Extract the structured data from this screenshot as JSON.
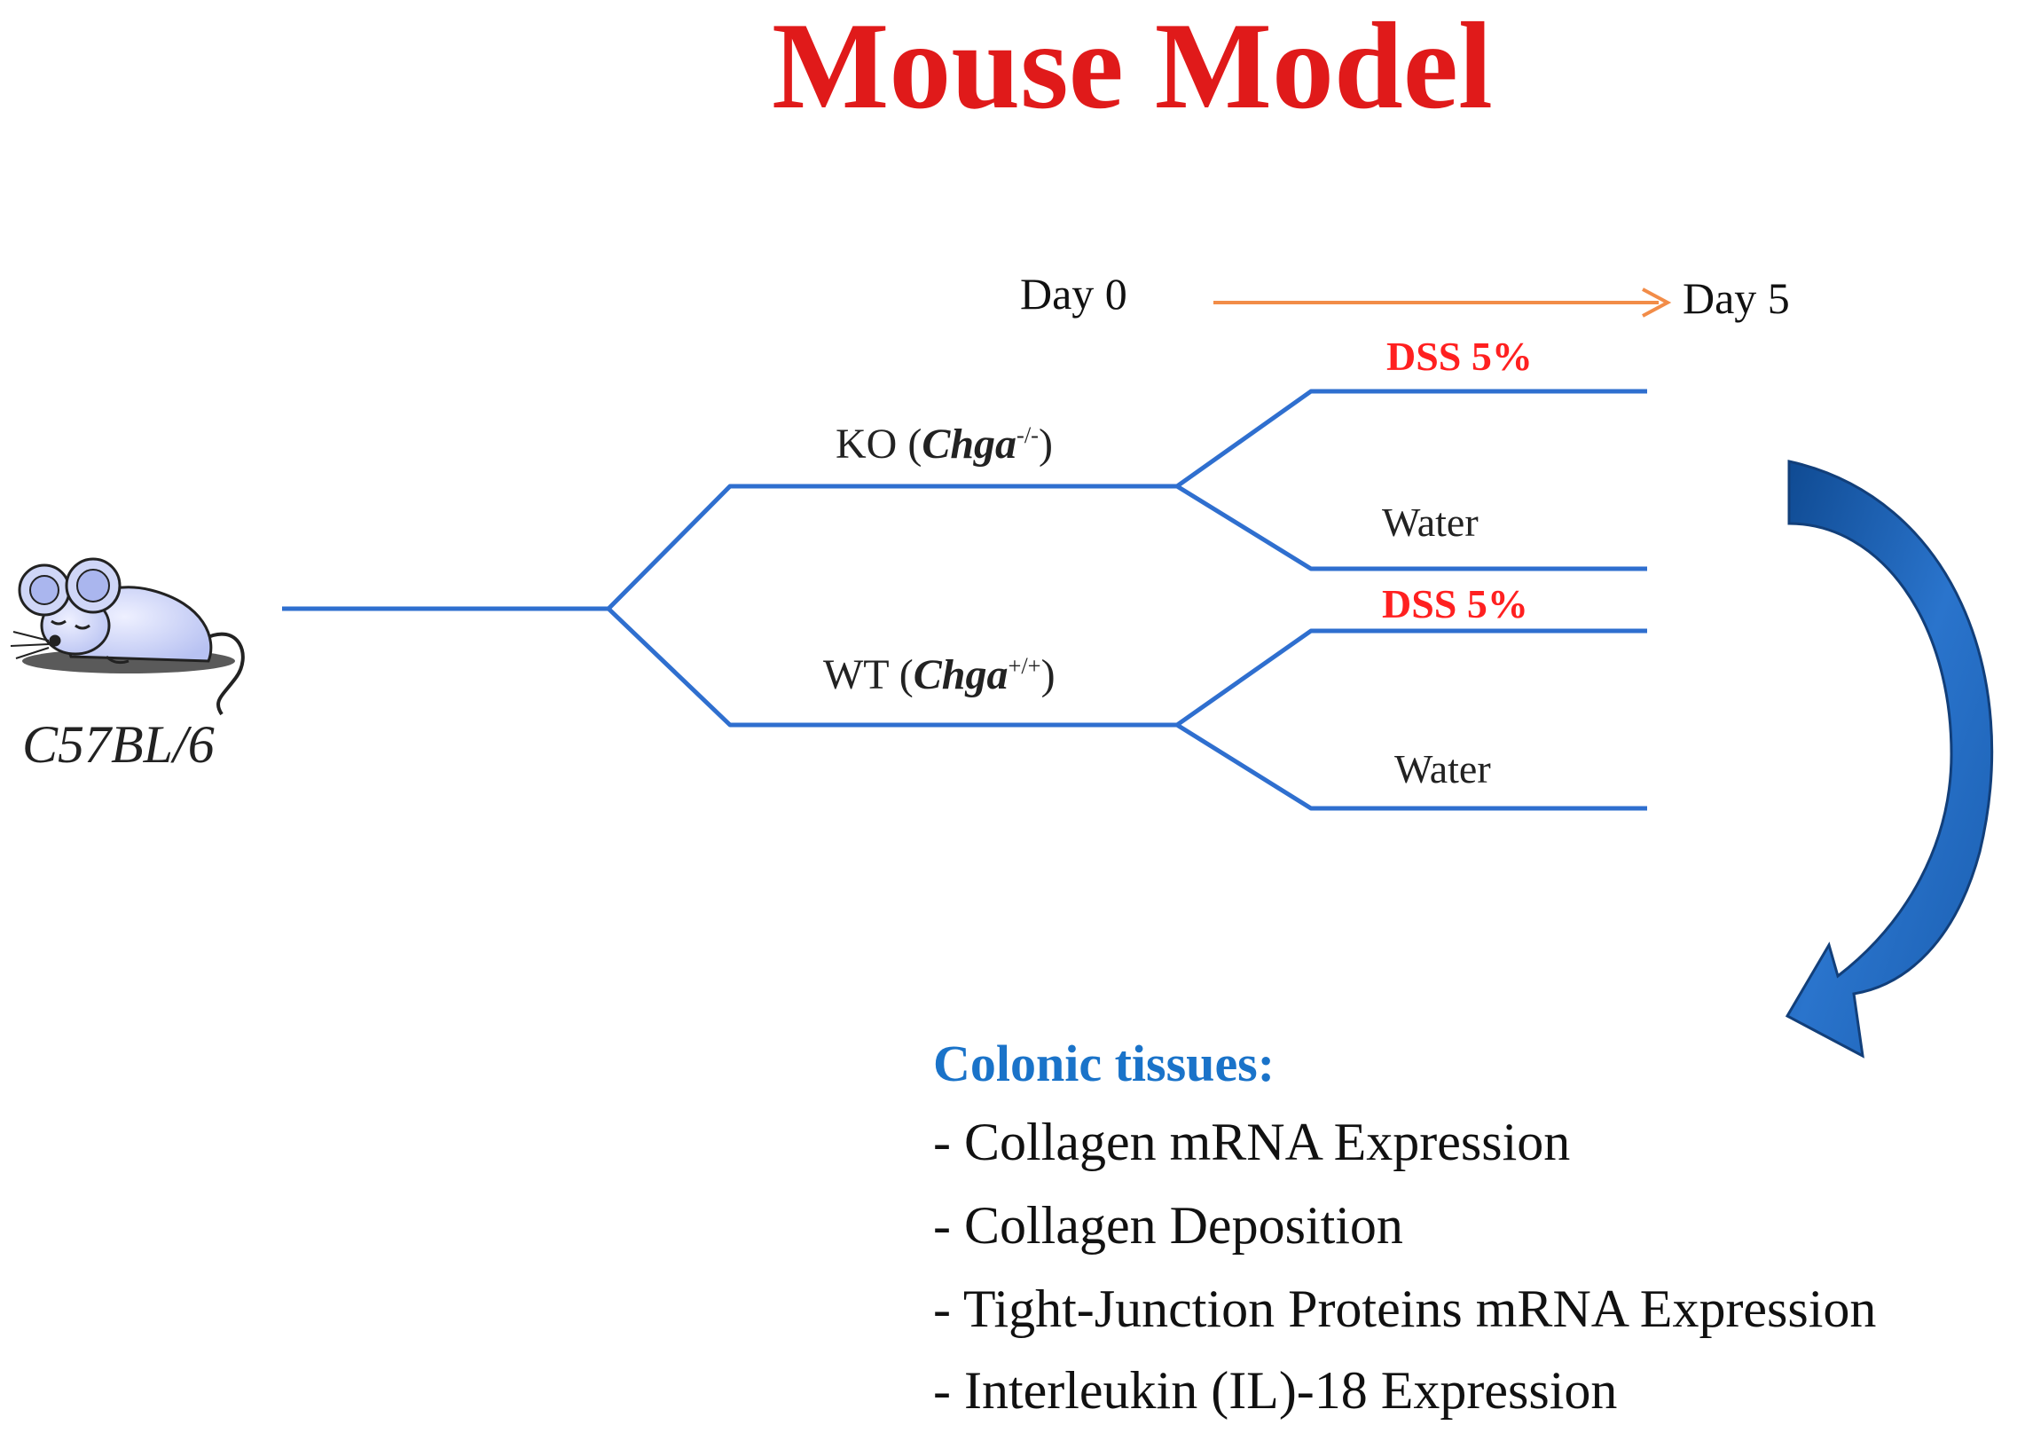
{
  "title": "Mouse Model",
  "timeline": {
    "start": "Day 0",
    "end": "Day 5"
  },
  "strain": "C57BL/6",
  "groups": [
    {
      "label_prefix": "KO (",
      "gene": "Chga",
      "genotype": "-/-",
      "label_suffix": ")",
      "treatments": [
        {
          "label": "DSS 5%"
        },
        {
          "label": "Water"
        }
      ]
    },
    {
      "label_prefix": "WT (",
      "gene": "Chga",
      "genotype": "+/+",
      "label_suffix": ")",
      "treatments": [
        {
          "label": "DSS 5%"
        },
        {
          "label": "Water"
        }
      ]
    }
  ],
  "outcomes": {
    "heading": "Colonic tissues:",
    "items": [
      "- Collagen mRNA Expression",
      "- Collagen Deposition",
      "- Tight-Junction Proteins mRNA Expression",
      "- Interleukin (IL)-18 Expression"
    ]
  },
  "colors": {
    "title": "#e01a1a",
    "branch_lines": "#2f6fcf",
    "timeline_arrow": "#f28c48",
    "treatment_dss": "#ff2020",
    "outcome_heading": "#1a73c9",
    "curved_arrow": "#1d5fad"
  },
  "icons": {
    "mouse": "mouse-icon",
    "curved_arrow": "curved-arrow-icon"
  }
}
